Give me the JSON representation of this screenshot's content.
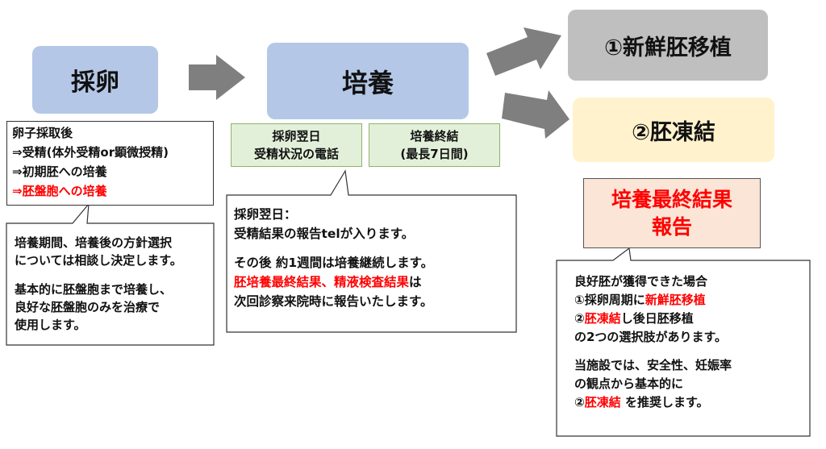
{
  "stages": {
    "egg_retrieval": "採卵",
    "culture": "培養",
    "fresh_transfer": "①新鮮胚移植",
    "freezing": "②胚凍結"
  },
  "retrieval_note": {
    "line1": "卵子採取後",
    "line2": "⇒受精(体外受精or顕微授精)",
    "line3": "⇒初期胚への培養",
    "line4": "⇒胚盤胞への培養"
  },
  "retrieval_callout": {
    "p1_l1": "培養期間、培養後の方針選択",
    "p1_l2": "については相談し決定します。",
    "p2_l1": "基本的に胚盤胞まで培養し、",
    "p2_l2": "良好な胚盤胞のみを治療で",
    "p2_l3": "使用します。"
  },
  "culture_boxes": {
    "next_day_l1": "採卵翌日",
    "next_day_l2": "受精状況の電話",
    "end_l1": "培養終結",
    "end_l2": "(最長7日間)"
  },
  "culture_callout": {
    "l1": "採卵翌日：",
    "l2": "受精結果の報告telが入ります。",
    "l3": "その後 約1週間は培養継続します。",
    "l4_red": "胚培養最終結果、精液検査結果",
    "l4_black": "は",
    "l5": "次回診察来院時に報告いたします。"
  },
  "final_report": {
    "l1": "培養最終結果",
    "l2": "報告"
  },
  "result_callout": {
    "l1": "良好胚が獲得できた場合",
    "l2_a": "①採卵周期に",
    "l2_b": "新鮮胚移植",
    "l3_a": "②",
    "l3_b": "胚凍結",
    "l3_c": "し後日胚移植",
    "l4": "の2つの選択肢があります。",
    "l5": "当施設では、安全性、妊娠率",
    "l6": "の観点から基本的に",
    "l7_a": "②",
    "l7_b": "胚凍結",
    "l7_c": " を推奨します。"
  },
  "colors": {
    "blue_box": "#b4c7e7",
    "gray_box": "#bfbfbf",
    "cream_box": "#fff2cc",
    "green_box": "#e2f0d9",
    "report_box": "#fbe5d6",
    "arrow": "#7f7f7f",
    "highlight": "#ff0000"
  }
}
